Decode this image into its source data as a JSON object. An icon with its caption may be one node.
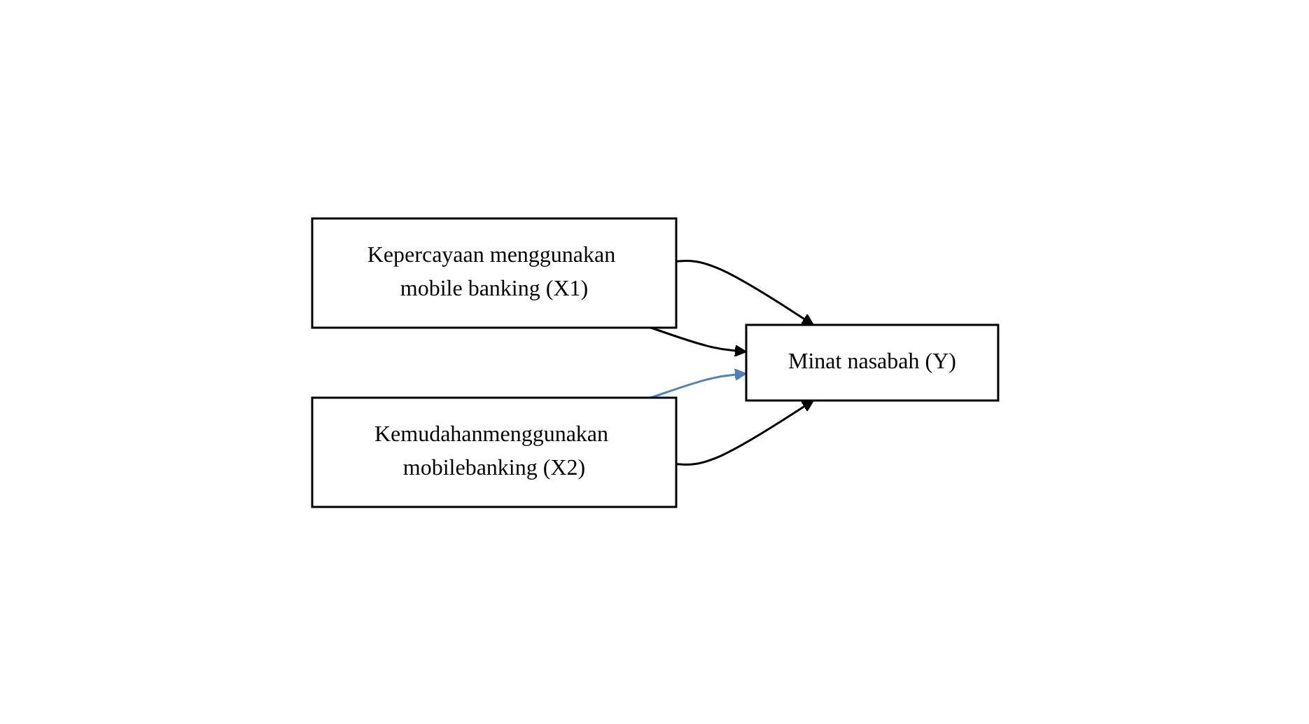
{
  "diagram": {
    "nodes": [
      {
        "text": [
          "Kepercayaan menggunakan mobile banking (X1)"
        ]
      },
      {
        "text": [
          "Kemudahanmenggunakan mobilebanking (X2)"
        ]
      },
      {
        "text": [
          "Minat nasabah (Y)"
        ]
      }
    ],
    "edges": [
      {
        "from": 0,
        "to": 2,
        "arrow": "to"
      },
      {
        "from": 1,
        "to": 2,
        "arrow": "to",
        "color": "#4f81bd"
      },
      {
        "from": 0,
        "to": 2,
        "arrow": "to"
      },
      {
        "from": 1,
        "to": 2,
        "arrow": "to"
      }
    ]
  }
}
